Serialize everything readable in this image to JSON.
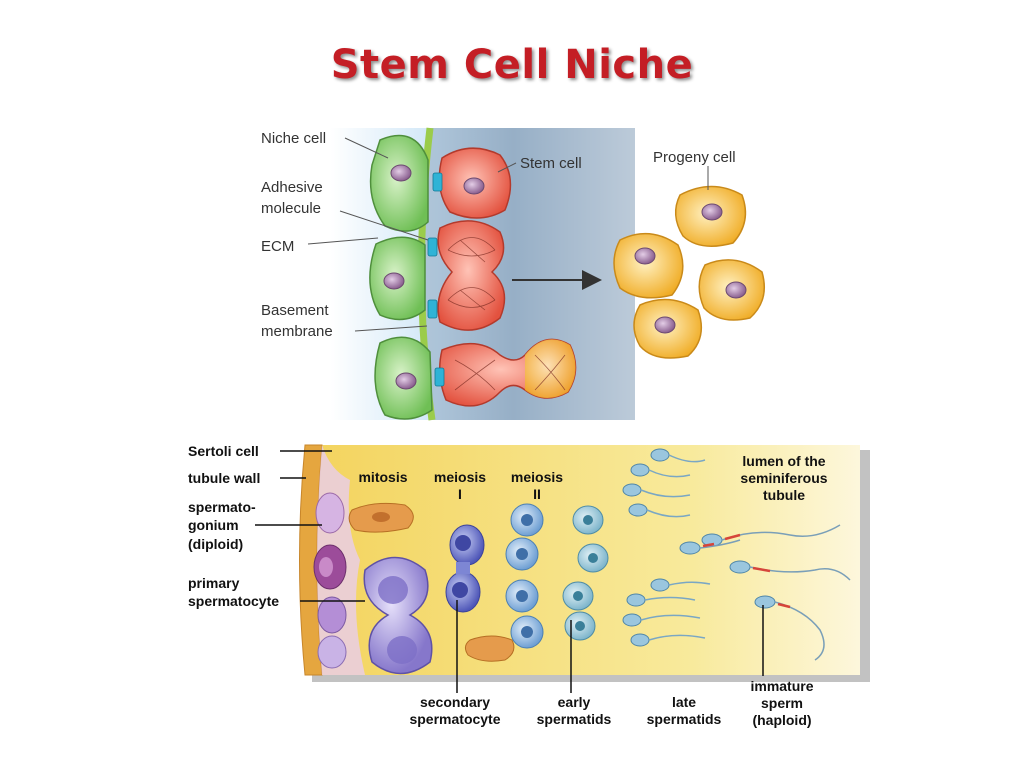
{
  "title": "Stem Cell Niche",
  "niche_diagram": {
    "labels": {
      "niche_cell": "Niche cell",
      "adhesive_1": "Adhesive",
      "adhesive_2": "molecule",
      "ecm": "ECM",
      "basement_1": "Basement",
      "basement_2": "membrane",
      "stem_cell": "Stem cell",
      "progeny_cell": "Progeny cell"
    },
    "colors": {
      "niche_cell": "#8fd37a",
      "stem_cell": "#ef6f5f",
      "progeny_cell": "#f7c23a",
      "nucleus": "#a47ea6",
      "membrane": "#9bcc4a",
      "adhesive": "#2fb3d6"
    }
  },
  "tubule_diagram": {
    "left_labels": {
      "sertoli": "Sertoli cell",
      "tubule_wall": "tubule wall",
      "spermatogonium_1": "spermato-",
      "spermatogonium_2": "gonium",
      "spermatogonium_3": "(diploid)",
      "primary_1": "primary",
      "primary_2": "spermatocyte"
    },
    "top_labels": {
      "mitosis": "mitosis",
      "meiosis1_a": "meiosis",
      "meiosis1_b": "I",
      "meiosis2_a": "meiosis",
      "meiosis2_b": "II",
      "lumen_1": "lumen of the",
      "lumen_2": "seminiferous",
      "lumen_3": "tubule"
    },
    "bottom_labels": {
      "secondary_1": "secondary",
      "secondary_2": "spermatocyte",
      "early_1": "early",
      "early_2": "spermatids",
      "late_1": "late",
      "late_2": "spermatids",
      "immature_1": "immature",
      "immature_2": "sperm",
      "immature_3": "(haploid)"
    },
    "colors": {
      "background": "#f6e27a",
      "tubule_wall": "#e5a63f",
      "sertoli": "#d9b8e0",
      "spermatogonium": "#9c4c9a",
      "primary_spermatocyte": "#a89ad8",
      "secondary_spermatocyte": "#6d73c7",
      "spermatid": "#78a9d8",
      "sperm_head": "#8fb8de"
    }
  }
}
